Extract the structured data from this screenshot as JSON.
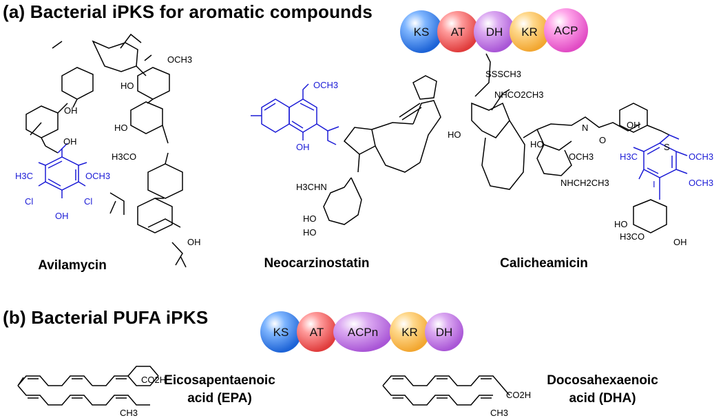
{
  "panel_a": {
    "heading": "(a) Bacterial iPKS for aromatic compounds",
    "domains": [
      {
        "label": "KS",
        "color": "#3d8ef2"
      },
      {
        "label": "AT",
        "color": "#ef6262"
      },
      {
        "label": "DH",
        "color": "#c77ee6"
      },
      {
        "label": "KR",
        "color": "#f6c25a"
      },
      {
        "label": "ACP",
        "color": "#ef73d6"
      }
    ],
    "compounds": [
      "Avilamycin",
      "Neocarzinostatin",
      "Calicheamicin"
    ]
  },
  "panel_b": {
    "heading": "(b) Bacterial PUFA iPKS",
    "domains": [
      {
        "label": "KS",
        "color": "#3d8ef2"
      },
      {
        "label": "AT",
        "color": "#ef6262"
      },
      {
        "label": "ACPn",
        "color": "#c77ee6"
      },
      {
        "label": "KR",
        "color": "#f6c25a"
      },
      {
        "label": "DH",
        "color": "#c77ee6"
      }
    ],
    "compounds": [
      {
        "line1": "Eicosapentaenoic",
        "line2": "acid (EPA)"
      },
      {
        "line1": "Docosahexaenoic",
        "line2": "acid (DHA)"
      }
    ]
  },
  "structure_labels": {
    "avilamycin": [
      "OCH3",
      "HO",
      "OH",
      "HO",
      "H3CO",
      "OH",
      "OH",
      "H3C",
      "OCH3",
      "Cl",
      "Cl",
      "OH"
    ],
    "neocarzinostatin": [
      "OCH3",
      "OH",
      "H3CHN",
      "HO",
      "HO"
    ],
    "calicheamicin": [
      "SSSCH3",
      "NHCO2CH3",
      "HO",
      "HO",
      "N",
      "O",
      "OH",
      "S",
      "OCH3",
      "NHCH2CH3",
      "H3C",
      "OCH3",
      "I",
      "OCH3",
      "HO",
      "H3CO",
      "OH"
    ],
    "epa": [
      "CO2H",
      "CH3"
    ],
    "dha": [
      "CO2H",
      "CH3"
    ]
  }
}
